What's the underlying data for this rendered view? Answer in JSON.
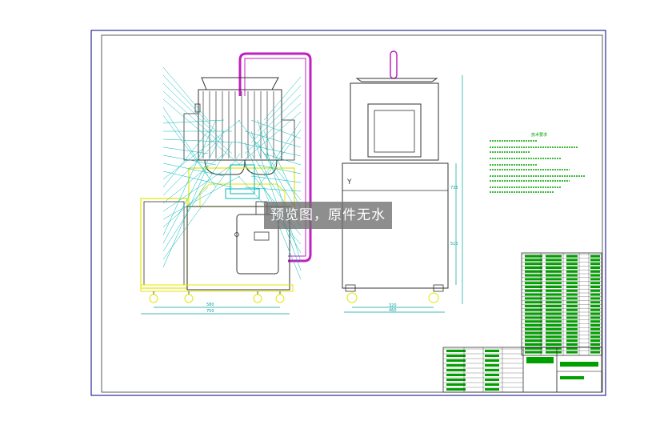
{
  "drawing": {
    "watermark": "预览图，原件无水印",
    "notes_title": "技术要求",
    "side_view_label": "Y",
    "dimensions": {
      "front_width_inner": "580",
      "front_width_outer": "750",
      "side_width_inner": "320",
      "side_width_outer": "460",
      "side_height_upper": "735",
      "side_height_lower": "510"
    }
  },
  "colors": {
    "border": "#000080",
    "frame_yellow": "#e6e600",
    "fin_white": "#333333",
    "leader_cyan": "#00b7b7",
    "pipe_magenta": "#c020c0",
    "table_green": "#00a000",
    "note_green": "#00a000",
    "dim_cyan": "#00a0a0"
  }
}
